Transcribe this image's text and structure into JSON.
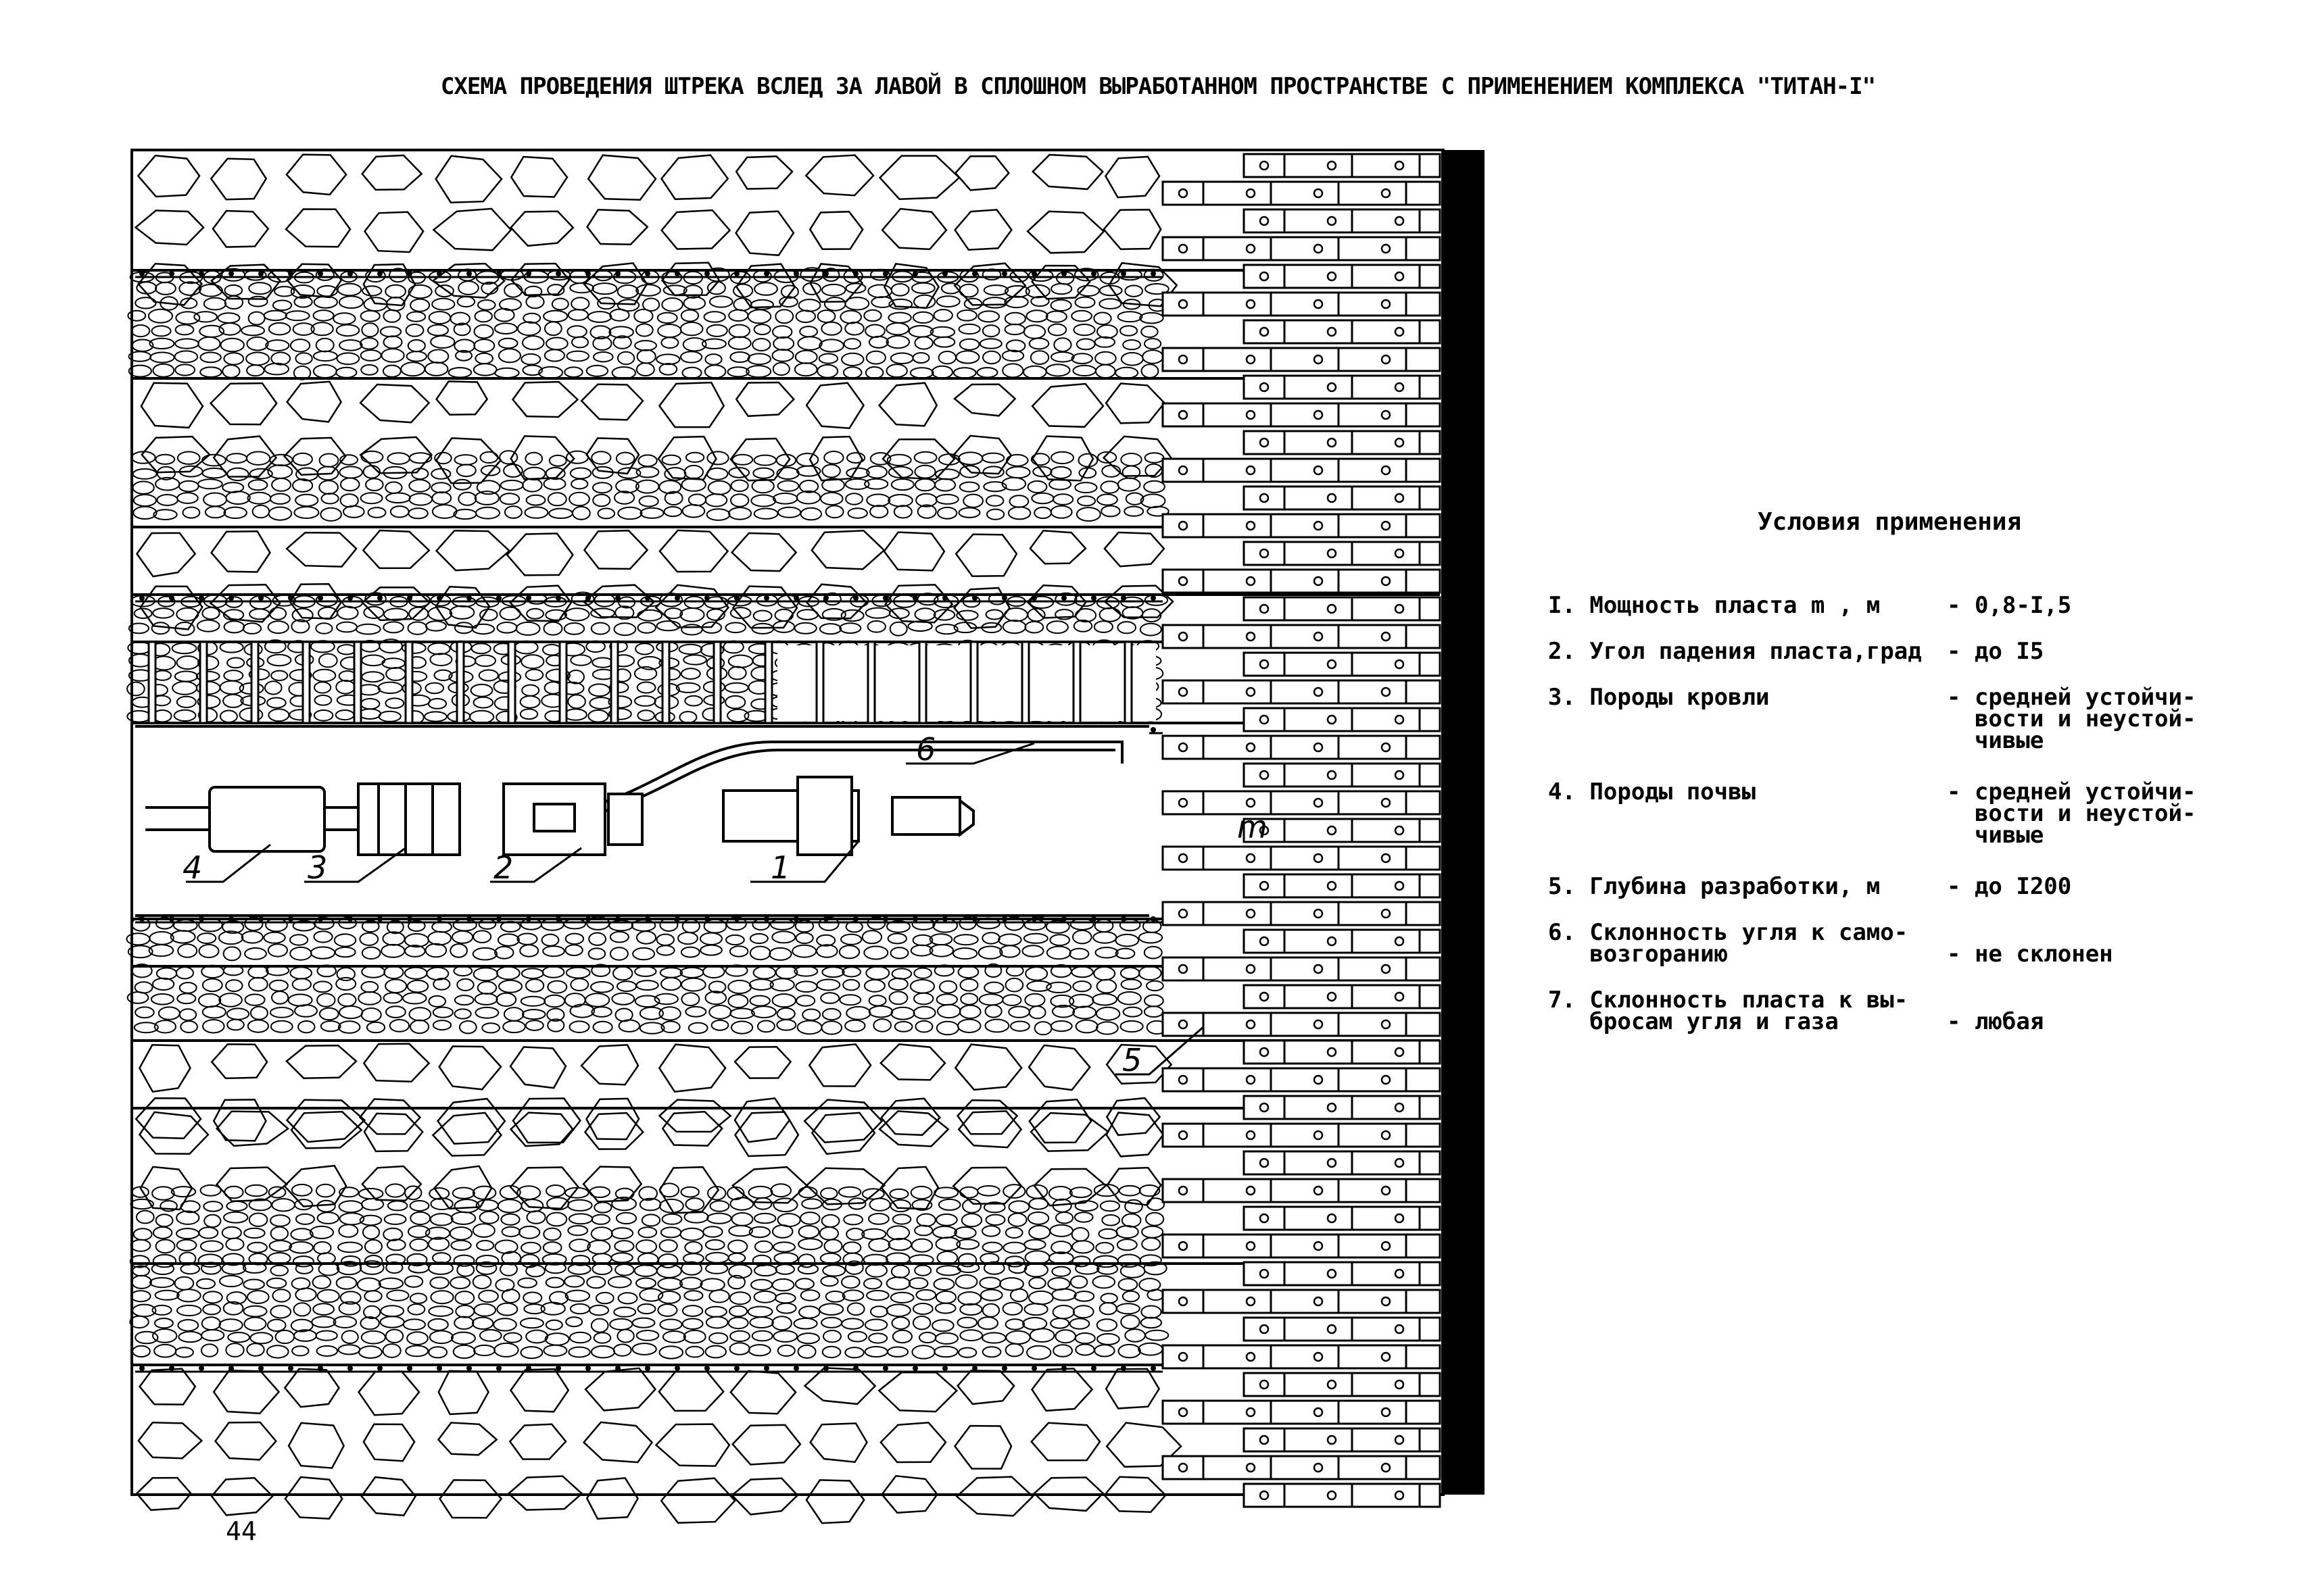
{
  "title": "СХЕМА ПРОВЕДЕНИЯ ШТРЕКА ВСЛЕД ЗА ЛАВОЙ В СПЛОШНОМ ВЫРАБОТАННОМ ПРОСТРАНСТВЕ С ПРИМЕНЕНИЕМ КОМПЛЕКСА \"ТИТАН-I\"",
  "page_number": "44",
  "diagram": {
    "callouts": [
      "1",
      "2",
      "3",
      "4",
      "5",
      "6"
    ],
    "dimension_label": "m"
  },
  "conditions": {
    "heading": "Условия применения",
    "items": [
      {
        "label": "I. Мощность пласта m , м",
        "value": "- 0,8-I,5"
      },
      {
        "label": "2. Угол падения пласта,град",
        "value": "- до I5"
      },
      {
        "label": "3. Породы кровли",
        "value": "- средней устойчи-\n  вости и неустой-\n  чивые"
      },
      {
        "label": "4. Породы почвы",
        "value": "- средней устойчи-\n  вости и неустой-\n  чивые"
      },
      {
        "label": "5. Глубина разработки, м",
        "value": "- до I200"
      },
      {
        "label": "6. Склонность угля к само-\n   возгоранию",
        "value": "\n- не склонен"
      },
      {
        "label": "7. Склонность пласта к вы-\n   бросам угля и газа",
        "value": "\n- любая"
      }
    ]
  }
}
